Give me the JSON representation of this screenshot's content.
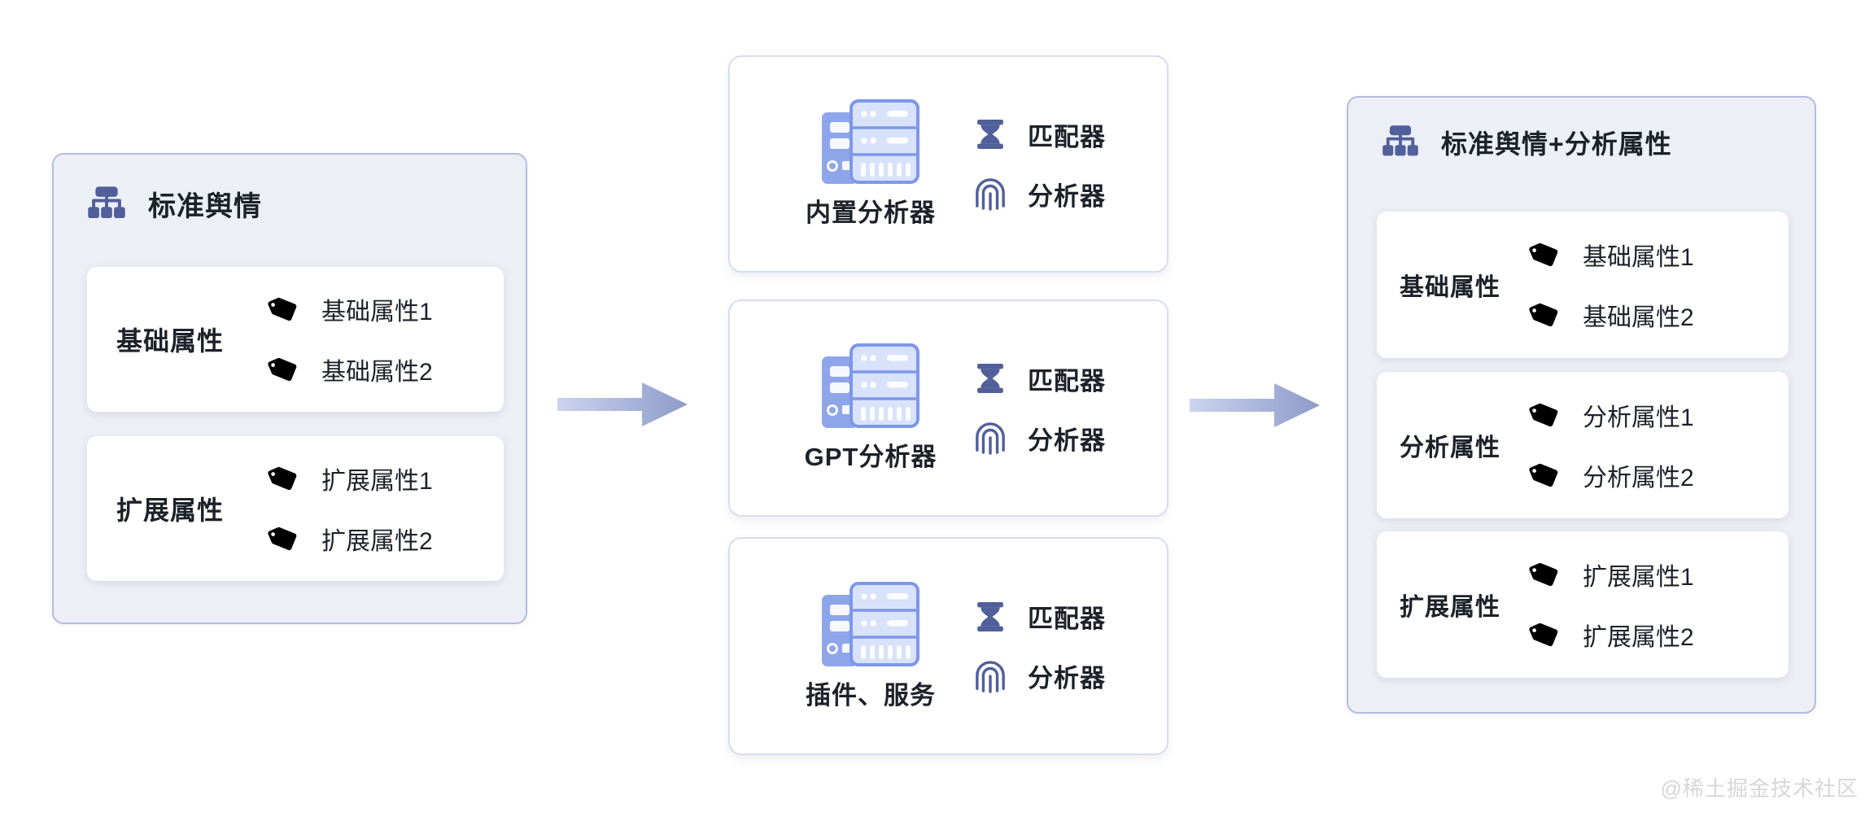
{
  "page": {
    "watermark": "@稀土掘金技术社区"
  },
  "colors": {
    "panel_bg": "#edeff6",
    "panel_border": "#b3bcde",
    "card_bg": "#ffffff",
    "proc_card_border": "#d9ddec",
    "tag_blue": "#2e6bee",
    "tag_navy": "#515f9b",
    "tag_orange": "#f7a33c",
    "icon_slate": "#515f9b",
    "server_back": "#8fa5ea",
    "server_front_fill": "#d9e2fb",
    "server_front_stroke": "#7e97e8",
    "arrow_from": "#ccd4ee",
    "arrow_to": "#8d9bc9",
    "text_primary": "#1d2129",
    "watermark_color": "#d6d7da"
  },
  "left_panel": {
    "title": "标准舆情",
    "groups": [
      {
        "label": "基础属性",
        "tag_color": "blue",
        "tags": [
          "基础属性1",
          "基础属性2"
        ]
      },
      {
        "label": "扩展属性",
        "tag_color": "navy",
        "tags": [
          "扩展属性1",
          "扩展属性2"
        ]
      }
    ]
  },
  "middle": {
    "cards": [
      {
        "label": "内置分析器",
        "items": [
          {
            "icon": "hourglass-icon",
            "label": "匹配器"
          },
          {
            "icon": "fingerprint-icon",
            "label": "分析器"
          }
        ]
      },
      {
        "label": "GPT分析器",
        "items": [
          {
            "icon": "hourglass-icon",
            "label": "匹配器"
          },
          {
            "icon": "fingerprint-icon",
            "label": "分析器"
          }
        ]
      },
      {
        "label": "插件、服务",
        "items": [
          {
            "icon": "hourglass-icon",
            "label": "匹配器"
          },
          {
            "icon": "fingerprint-icon",
            "label": "分析器"
          }
        ]
      }
    ]
  },
  "right_panel": {
    "title": "标准舆情+分析属性",
    "groups": [
      {
        "label": "基础属性",
        "tag_color": "blue",
        "tags": [
          "基础属性1",
          "基础属性2"
        ]
      },
      {
        "label": "分析属性",
        "tag_color": "orange",
        "tags": [
          "分析属性1",
          "分析属性2"
        ]
      },
      {
        "label": "扩展属性",
        "tag_color": "navy",
        "tags": [
          "扩展属性1",
          "扩展属性2"
        ]
      }
    ]
  }
}
